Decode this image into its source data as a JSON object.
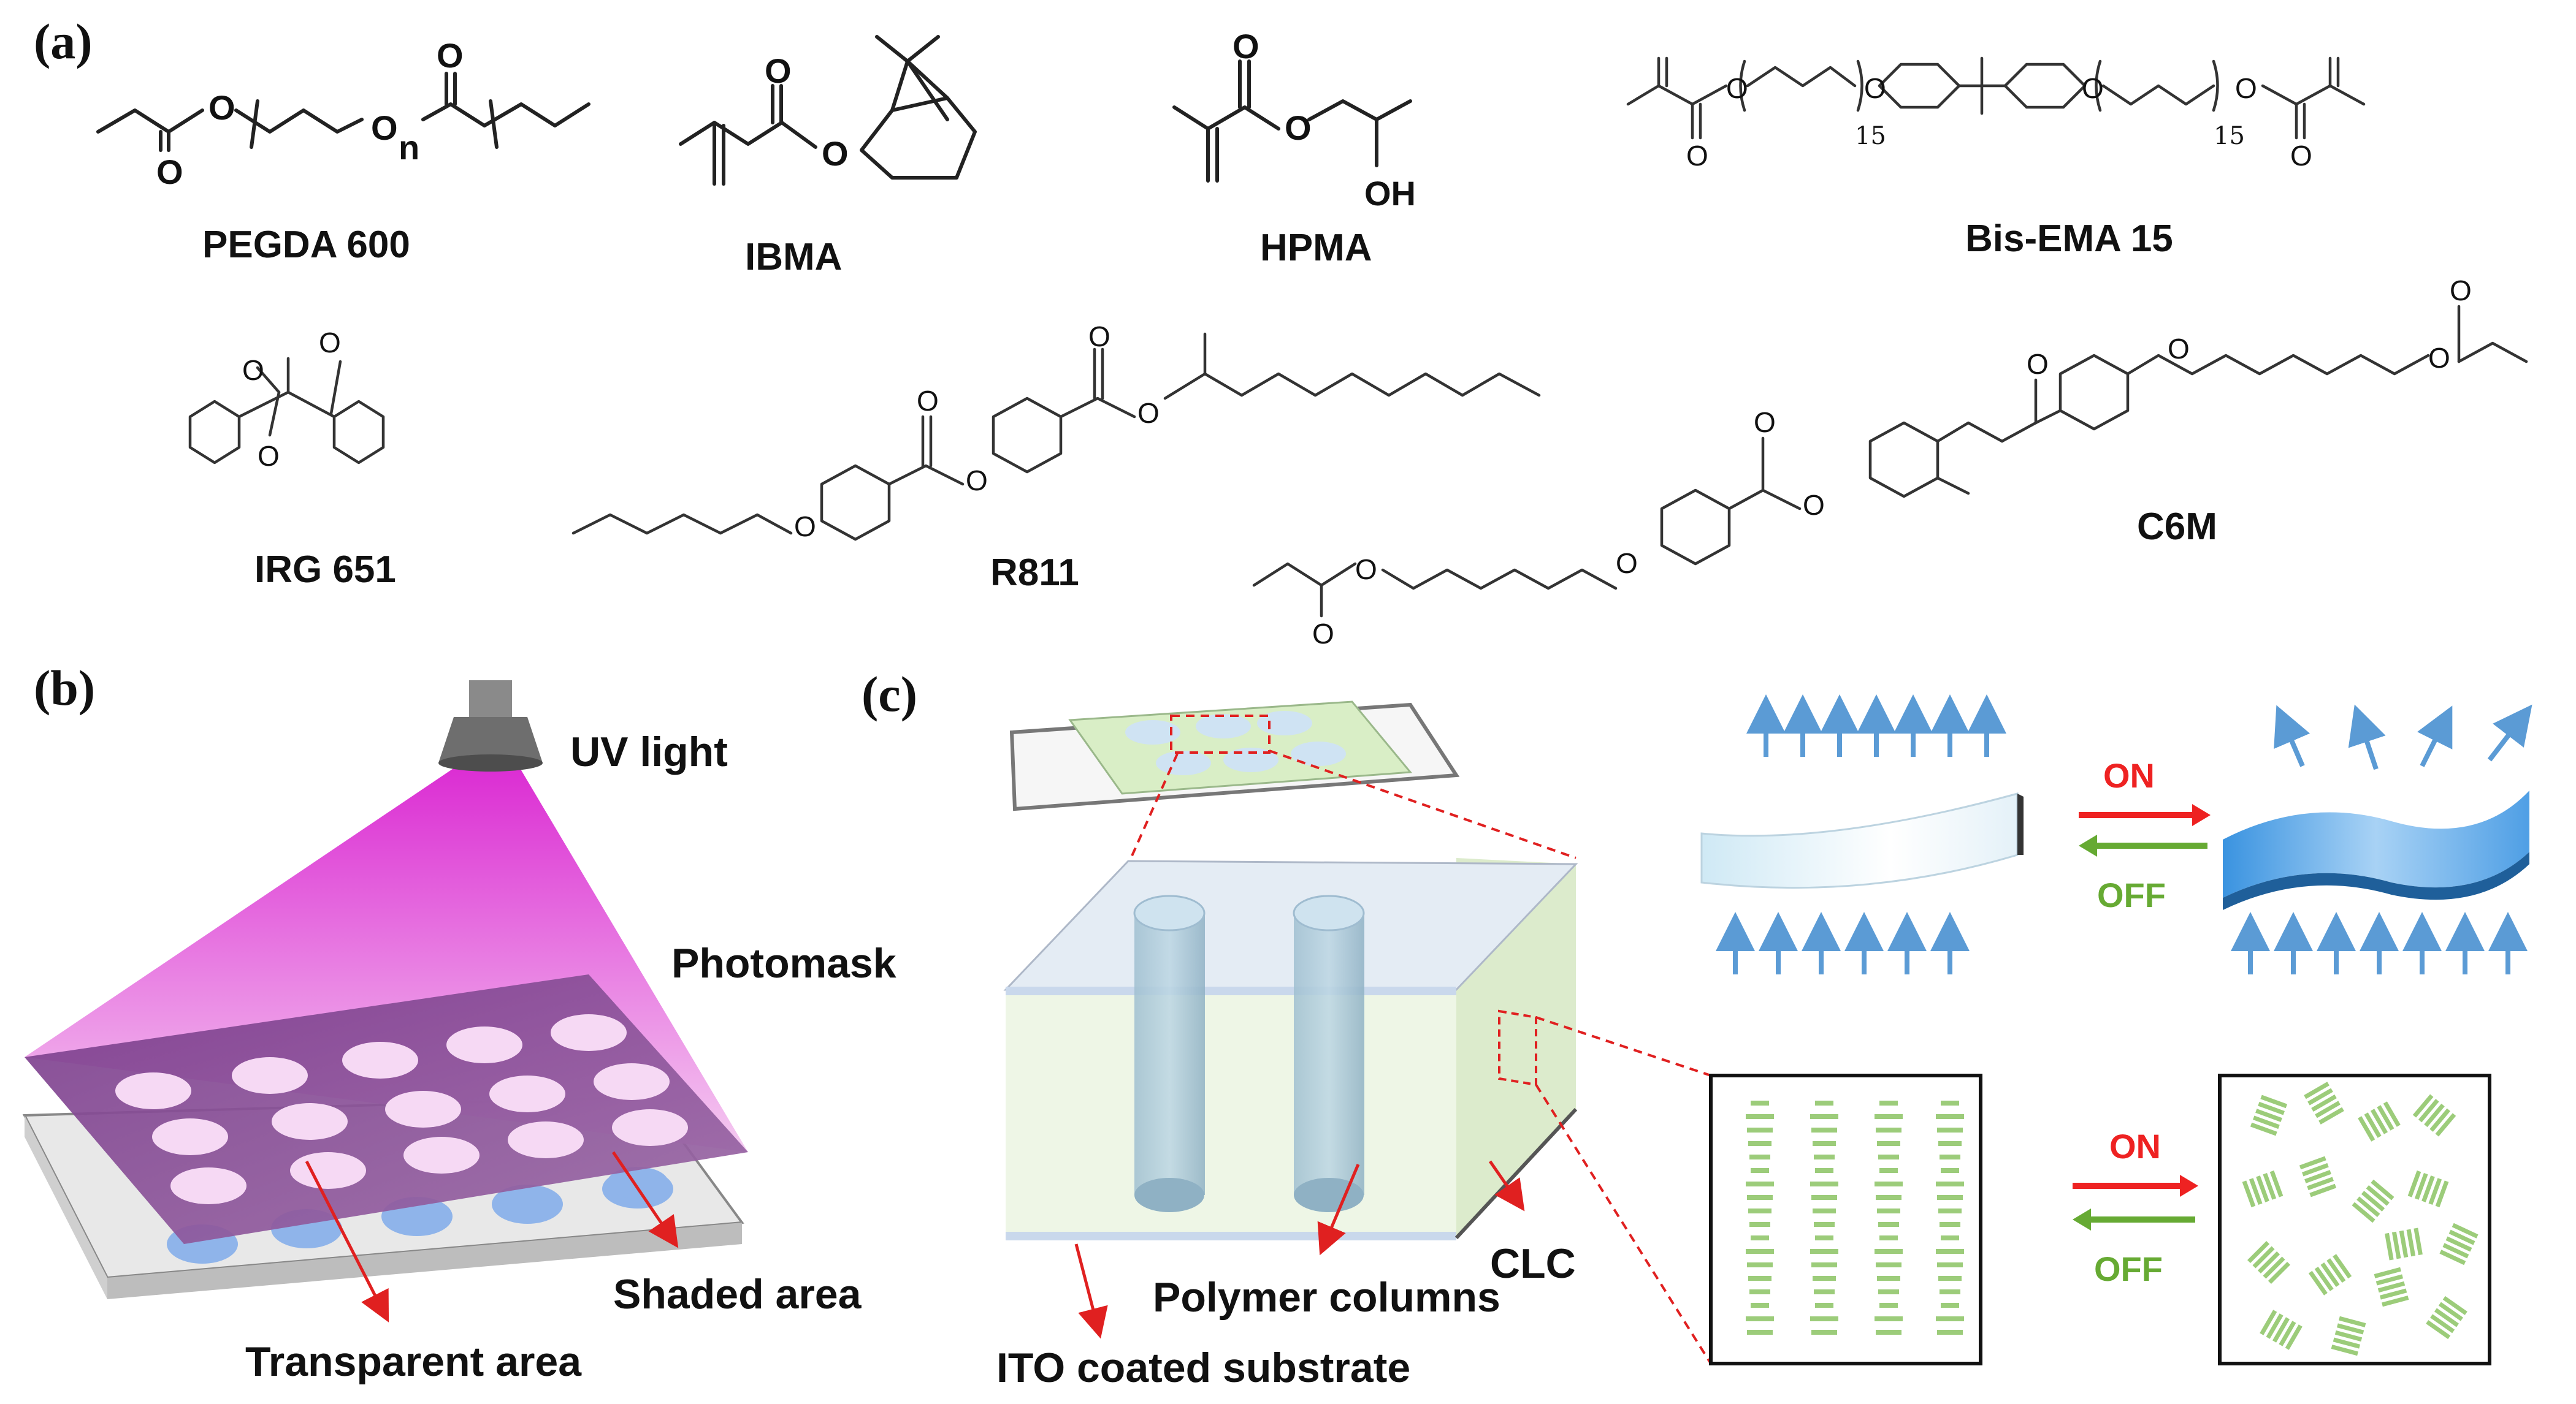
{
  "panels": {
    "a": "(a)",
    "b": "(b)",
    "c": "(c)"
  },
  "molecules": {
    "pegda": "PEGDA 600",
    "ibma": "IBMA",
    "hpma": "HPMA",
    "bisema": "Bis-EMA 15",
    "irg": "IRG 651",
    "r811": "R811",
    "c6m": "C6M"
  },
  "atoms": {
    "o": "O",
    "n": "n",
    "oh": "OH",
    "sub15": "15"
  },
  "labels_b": {
    "uv": "UV light",
    "photomask": "Photomask",
    "shaded": "Shaded area",
    "transparent": "Transparent area"
  },
  "labels_c": {
    "polymer": "Polymer columns",
    "clc": "CLC",
    "ito": "ITO coated substrate",
    "on": "ON",
    "off": "OFF"
  },
  "colors": {
    "uv_magenta": "#e040d8",
    "mask_purple": "#7a3f8a",
    "arrow_blue": "#5b9bd5",
    "lc_green": "#9ccc7a",
    "on_red": "#ee2222",
    "off_green": "#66aa33"
  }
}
